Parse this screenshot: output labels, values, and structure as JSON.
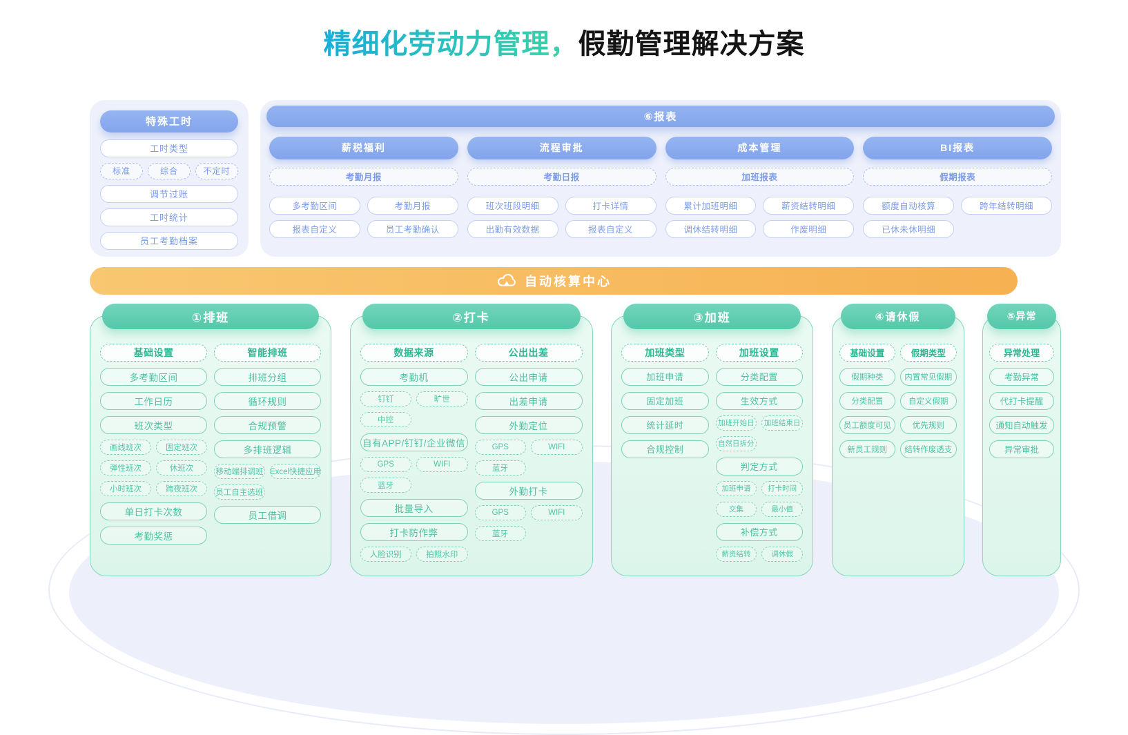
{
  "title": {
    "highlight": "精细化劳动力管理，",
    "rest": "假勤管理解决方案"
  },
  "colors": {
    "accent_blue": "#88a9ee",
    "accent_green": "#5ecbb0",
    "accent_orange": "#f7bb5e",
    "title_gradient_start": "#17aed9",
    "title_gradient_end": "#3ed3a4",
    "card_lavender": "#eef1fb",
    "panel_mint": "#e6f9f1"
  },
  "special_hours": {
    "header": "特殊工时",
    "rows": [
      {
        "t": "p",
        "v": [
          "工时类型"
        ]
      },
      {
        "t": "s",
        "v": [
          "标准",
          "综合",
          "不定时"
        ]
      },
      {
        "t": "p",
        "v": [
          "调节过账"
        ]
      },
      {
        "t": "p",
        "v": [
          "工时统计"
        ]
      },
      {
        "t": "p",
        "v": [
          "员工考勤档案"
        ]
      }
    ]
  },
  "reports": {
    "header": "⑥报表",
    "columns": [
      {
        "header": "薪税福利",
        "sub": "考勤月报",
        "items": [
          "多考勤区间",
          "考勤月报",
          "报表自定义",
          "员工考勤确认"
        ]
      },
      {
        "header": "流程审批",
        "sub": "考勤日报",
        "items": [
          "班次班段明细",
          "打卡详情",
          "出勤有效数据",
          "报表自定义"
        ]
      },
      {
        "header": "成本管理",
        "sub": "加班报表",
        "items": [
          "累计加班明细",
          "薪资结转明细",
          "调休结转明细",
          "作废明细"
        ]
      },
      {
        "header": "BI报表",
        "sub": "假期报表",
        "items": [
          "额度自动核算",
          "跨年结转明细",
          "已休未休明细"
        ]
      }
    ]
  },
  "center_bar": {
    "label": "自动核算中心",
    "icon": "cloud-icon"
  },
  "panels": [
    {
      "header": "①排班",
      "cols": [
        [
          {
            "t": "h",
            "v": [
              "基础设置"
            ]
          },
          {
            "t": "p",
            "v": [
              "多考勤区间"
            ]
          },
          {
            "t": "p",
            "v": [
              "工作日历"
            ]
          },
          {
            "t": "p",
            "v": [
              "班次类型"
            ]
          },
          {
            "t": "s",
            "v": [
              "画线班次",
              "固定班次"
            ]
          },
          {
            "t": "s",
            "v": [
              "弹性班次",
              "休班次"
            ]
          },
          {
            "t": "s",
            "v": [
              "小时班次",
              "跨夜班次"
            ]
          },
          {
            "t": "p",
            "v": [
              "单日打卡次数"
            ]
          },
          {
            "t": "p",
            "v": [
              "考勤奖惩"
            ]
          }
        ],
        [
          {
            "t": "h",
            "v": [
              "智能排班"
            ]
          },
          {
            "t": "p",
            "v": [
              "排班分组"
            ]
          },
          {
            "t": "p",
            "v": [
              "循环规则"
            ]
          },
          {
            "t": "p",
            "v": [
              "合规预警"
            ]
          },
          {
            "t": "p",
            "v": [
              "多排班逻辑"
            ]
          },
          {
            "t": "s",
            "v": [
              "移动端排调班",
              "Excel快捷应用"
            ]
          },
          {
            "t": "s",
            "v": [
              "员工自主选班"
            ]
          },
          {
            "t": "p",
            "v": [
              "员工借调"
            ]
          }
        ]
      ]
    },
    {
      "header": "②打卡",
      "cols": [
        [
          {
            "t": "h",
            "v": [
              "数据来源"
            ]
          },
          {
            "t": "p",
            "v": [
              "考勤机"
            ]
          },
          {
            "t": "s",
            "v": [
              "钉钉",
              "旷世"
            ]
          },
          {
            "t": "s",
            "v": [
              "中控"
            ]
          },
          {
            "t": "p",
            "v": [
              "自有APP/钉钉/企业微信"
            ]
          },
          {
            "t": "s",
            "v": [
              "GPS",
              "WIFI"
            ]
          },
          {
            "t": "s",
            "v": [
              "蓝牙"
            ]
          },
          {
            "t": "p",
            "v": [
              "批量导入"
            ]
          },
          {
            "t": "p",
            "v": [
              "打卡防作弊"
            ]
          },
          {
            "t": "s",
            "v": [
              "人脸识别",
              "拍照水印"
            ]
          }
        ],
        [
          {
            "t": "h",
            "v": [
              "公出出差"
            ]
          },
          {
            "t": "p",
            "v": [
              "公出申请"
            ]
          },
          {
            "t": "p",
            "v": [
              "出差申请"
            ]
          },
          {
            "t": "p",
            "v": [
              "外勤定位"
            ]
          },
          {
            "t": "s",
            "v": [
              "GPS",
              "WIFI"
            ]
          },
          {
            "t": "s",
            "v": [
              "蓝牙"
            ]
          },
          {
            "t": "p",
            "v": [
              "外勤打卡"
            ]
          },
          {
            "t": "s",
            "v": [
              "GPS",
              "WIFI"
            ]
          },
          {
            "t": "s",
            "v": [
              "蓝牙"
            ]
          }
        ]
      ]
    },
    {
      "header": "③加班",
      "cols": [
        [
          {
            "t": "h",
            "v": [
              "加班类型"
            ]
          },
          {
            "t": "p",
            "v": [
              "加班申请"
            ]
          },
          {
            "t": "p",
            "v": [
              "固定加班"
            ]
          },
          {
            "t": "p",
            "v": [
              "统计延时"
            ]
          },
          {
            "t": "p",
            "v": [
              "合规控制"
            ]
          }
        ],
        [
          {
            "t": "h",
            "v": [
              "加班设置"
            ]
          },
          {
            "t": "p",
            "v": [
              "分类配置"
            ]
          },
          {
            "t": "p",
            "v": [
              "生效方式"
            ]
          },
          {
            "t": "s",
            "v": [
              "加班开始日",
              "加班结束日"
            ]
          },
          {
            "t": "s",
            "v": [
              "自然日拆分"
            ]
          },
          {
            "t": "p",
            "v": [
              "判定方式"
            ]
          },
          {
            "t": "s",
            "v": [
              "加班申请",
              "打卡时间"
            ]
          },
          {
            "t": "s",
            "v": [
              "交集",
              "最小值"
            ]
          },
          {
            "t": "p",
            "v": [
              "补偿方式"
            ]
          },
          {
            "t": "s",
            "v": [
              "薪资结转",
              "调休假"
            ]
          }
        ]
      ]
    },
    {
      "header": "④请休假",
      "cols": [
        [
          {
            "t": "h",
            "v": [
              "基础设置"
            ]
          },
          {
            "t": "p",
            "v": [
              "假期种类"
            ]
          },
          {
            "t": "p",
            "v": [
              "分类配置"
            ]
          },
          {
            "t": "p",
            "v": [
              "员工额度可见"
            ]
          },
          {
            "t": "p",
            "v": [
              "新员工规则"
            ]
          }
        ],
        [
          {
            "t": "h",
            "v": [
              "假期类型"
            ]
          },
          {
            "t": "p",
            "v": [
              "内置常见假期"
            ]
          },
          {
            "t": "p",
            "v": [
              "自定义假期"
            ]
          },
          {
            "t": "p",
            "v": [
              "优先规则"
            ]
          },
          {
            "t": "p",
            "v": [
              "结转作废透支"
            ]
          }
        ]
      ]
    },
    {
      "header": "⑤异常",
      "cols": [
        [
          {
            "t": "h",
            "v": [
              "异常处理"
            ]
          },
          {
            "t": "p",
            "v": [
              "考勤异常"
            ]
          },
          {
            "t": "p",
            "v": [
              "代打卡提醒"
            ]
          },
          {
            "t": "p",
            "v": [
              "通知自动触发"
            ]
          },
          {
            "t": "p",
            "v": [
              "异常审批"
            ]
          }
        ]
      ]
    }
  ]
}
